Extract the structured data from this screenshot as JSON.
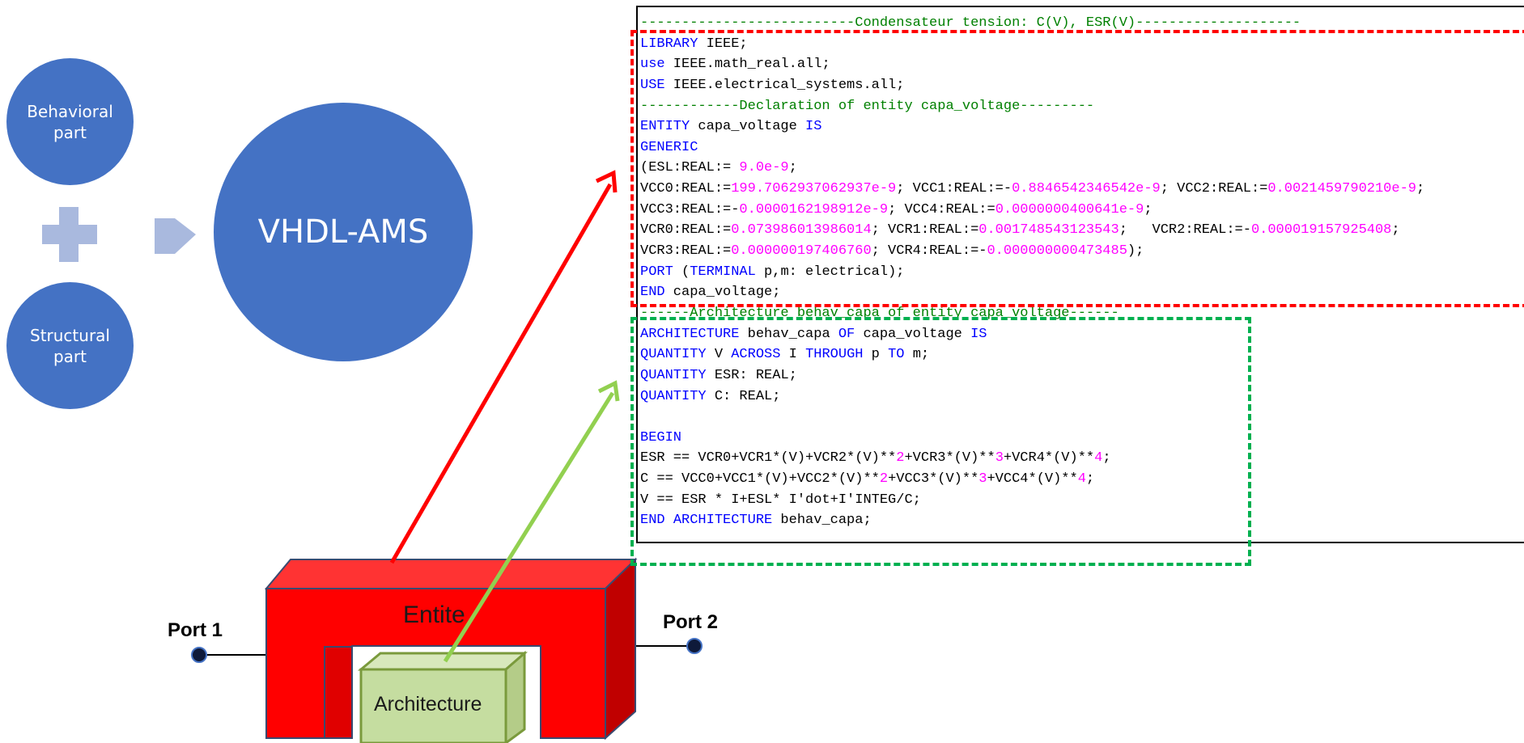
{
  "colors": {
    "circle": "#4472C4",
    "plus": "#A9B9DE",
    "entity_front": "#FF0000",
    "entity_top": "#FF3333",
    "entity_side": "#C00000",
    "architecture_fill": "#C5DDA0",
    "architecture_border": "#7A9A3C",
    "red_arrow": "#FF0000",
    "green_arrow": "#92D050",
    "keyword": "#0000FF",
    "number": "#FF00FF",
    "comment": "#008000"
  },
  "left": {
    "behavioral_label": [
      "Behavioral",
      "part"
    ],
    "structural_label": [
      "Structural",
      "part"
    ],
    "vhdl_label": "VHDL-AMS",
    "plus_icon": "plus-icon",
    "arrow_icon": "chevron-arrow-icon"
  },
  "entity": {
    "entity_label": "Entite",
    "architecture_label": "Architecture",
    "port1_label": "Port 1",
    "port2_label": "Port 2"
  },
  "code_lines": [
    [
      {
        "t": "--------------------------Condensateur tension: C(V), ESR(V)--------------------",
        "c": "cm"
      }
    ],
    [
      {
        "t": "LIBRARY",
        "c": "kw"
      },
      {
        "t": " IEEE;"
      }
    ],
    [
      {
        "t": "use",
        "c": "kw"
      },
      {
        "t": " IEEE.math_real.all;"
      }
    ],
    [
      {
        "t": "USE",
        "c": "kw"
      },
      {
        "t": " IEEE.electrical_systems.all;"
      }
    ],
    [
      {
        "t": "------------Declaration of entity capa_voltage---------",
        "c": "cm"
      }
    ],
    [
      {
        "t": "ENTITY",
        "c": "kw"
      },
      {
        "t": " capa_voltage "
      },
      {
        "t": "IS",
        "c": "kw"
      }
    ],
    [
      {
        "t": "GENERIC",
        "c": "kw"
      }
    ],
    [
      {
        "t": "(ESL:REAL:= "
      },
      {
        "t": "9.0e-9",
        "c": "num"
      },
      {
        "t": ";"
      }
    ],
    [
      {
        "t": "VCC0:REAL:="
      },
      {
        "t": "199.7062937062937e-9",
        "c": "num"
      },
      {
        "t": "; VCC1:REAL:=-"
      },
      {
        "t": "0.8846542346542e-9",
        "c": "num"
      },
      {
        "t": "; VCC2:REAL:="
      },
      {
        "t": "0.0021459790210e-9",
        "c": "num"
      },
      {
        "t": ";"
      }
    ],
    [
      {
        "t": "VCC3:REAL:=-"
      },
      {
        "t": "0.0000162198912e-9",
        "c": "num"
      },
      {
        "t": "; VCC4:REAL:="
      },
      {
        "t": "0.0000000400641e-9",
        "c": "num"
      },
      {
        "t": ";"
      }
    ],
    [
      {
        "t": "VCR0:REAL:="
      },
      {
        "t": "0.073986013986014",
        "c": "num"
      },
      {
        "t": "; VCR1:REAL:="
      },
      {
        "t": "0.001748543123543",
        "c": "num"
      },
      {
        "t": ";   VCR2:REAL:=-"
      },
      {
        "t": "0.000019157925408",
        "c": "num"
      },
      {
        "t": ";"
      }
    ],
    [
      {
        "t": "VCR3:REAL:="
      },
      {
        "t": "0.000000197406760",
        "c": "num"
      },
      {
        "t": "; VCR4:REAL:=-"
      },
      {
        "t": "0.000000000473485",
        "c": "num"
      },
      {
        "t": ");"
      }
    ],
    [
      {
        "t": "PORT",
        "c": "kw"
      },
      {
        "t": " ("
      },
      {
        "t": "TERMINAL",
        "c": "kw"
      },
      {
        "t": " p,m: electrical);"
      }
    ],
    [
      {
        "t": "END",
        "c": "kw"
      },
      {
        "t": " capa_voltage;"
      }
    ],
    [
      {
        "t": "------Architecture behav_capa of entity capa_voltage------",
        "c": "cm"
      }
    ],
    [
      {
        "t": "ARCHITECTURE",
        "c": "kw"
      },
      {
        "t": " behav_capa "
      },
      {
        "t": "OF",
        "c": "kw"
      },
      {
        "t": " capa_voltage "
      },
      {
        "t": "IS",
        "c": "kw"
      }
    ],
    [
      {
        "t": "QUANTITY",
        "c": "kw"
      },
      {
        "t": " V "
      },
      {
        "t": "ACROSS",
        "c": "kw"
      },
      {
        "t": " I "
      },
      {
        "t": "THROUGH",
        "c": "kw"
      },
      {
        "t": " p "
      },
      {
        "t": "TO",
        "c": "kw"
      },
      {
        "t": " m;"
      }
    ],
    [
      {
        "t": "QUANTITY",
        "c": "kw"
      },
      {
        "t": " ESR: REAL;"
      }
    ],
    [
      {
        "t": "QUANTITY",
        "c": "kw"
      },
      {
        "t": " C: REAL;"
      }
    ],
    [
      {
        "t": ""
      }
    ],
    [
      {
        "t": "BEGIN",
        "c": "kw"
      }
    ],
    [
      {
        "t": "ESR == VCR0+VCR1*(V)+VCR2*(V)**"
      },
      {
        "t": "2",
        "c": "num"
      },
      {
        "t": "+VCR3*(V)**"
      },
      {
        "t": "3",
        "c": "num"
      },
      {
        "t": "+VCR4*(V)**"
      },
      {
        "t": "4",
        "c": "num"
      },
      {
        "t": ";"
      }
    ],
    [
      {
        "t": "C == VCC0+VCC1*(V)+VCC2*(V)**"
      },
      {
        "t": "2",
        "c": "num"
      },
      {
        "t": "+VCC3*(V)**"
      },
      {
        "t": "3",
        "c": "num"
      },
      {
        "t": "+VCC4*(V)**"
      },
      {
        "t": "4",
        "c": "num"
      },
      {
        "t": ";"
      }
    ],
    [
      {
        "t": "V == ESR * I+ESL* I'dot+I'INTEG/C;"
      }
    ],
    [
      {
        "t": "END",
        "c": "kw"
      },
      {
        "t": " "
      },
      {
        "t": "ARCHITECTURE",
        "c": "kw"
      },
      {
        "t": " behav_capa;"
      }
    ]
  ]
}
